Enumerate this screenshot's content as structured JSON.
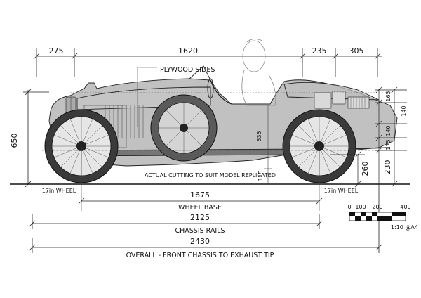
{
  "dims": {
    "top_front_overhang": "275",
    "top_mid": "1620",
    "top_rear_a": "235",
    "top_rear_b": "305",
    "height_overall": "650",
    "seat_height": "535",
    "ground_clear": "115",
    "rear_h1": "260",
    "rear_h2": "230",
    "rear_r1": "165",
    "rear_r2": "140",
    "rear_r3": "140",
    "rear_r4": "175",
    "wheel_base": "1675",
    "chassis_rails": "2125",
    "overall": "2430"
  },
  "labels": {
    "plywood_sides": "PLYWOOD SIDES",
    "actual_cutting": "ACTUAL CUTTING TO SUIT MODEL REPLICATED",
    "front_wheel": "17in WHEEL",
    "rear_wheel": "17in WHEEL",
    "wheel_base": "WHEEL BASE",
    "chassis_rails": "CHASSIS RAILS",
    "overall": "OVERALL - FRONT CHASSIS TO EXHAUST TIP"
  },
  "scale": {
    "ticks": [
      "0",
      "100",
      "200",
      "400"
    ],
    "ratio": "1:10 @A4"
  }
}
